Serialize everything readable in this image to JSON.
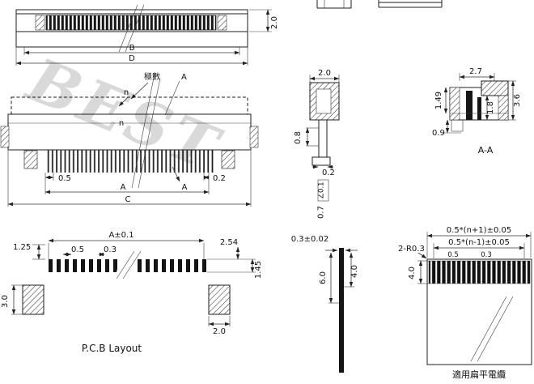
{
  "meta": {
    "watermark": "BEST",
    "line_color": "#1c1c1c",
    "watermark_color": "#d9d9d9",
    "background": "#ffffff"
  },
  "top_view": {
    "height_dim": "2.0",
    "width_b": "B",
    "width_d": "D"
  },
  "front_view": {
    "poles_label": "極數",
    "section_label_top": "A",
    "n_upper": "n",
    "n_lower": "n",
    "pitch_dim": "0.5",
    "pin_width_dim": "0.2",
    "span_dim": "A",
    "overall_dim": "C",
    "section_label_bottom": "A"
  },
  "pcb_layout": {
    "title": "P.C.B Layout",
    "span_dim": "A±0.1",
    "offset_dim": "1.25",
    "pitch_dim": "0.5",
    "pad_width_dim": "0.3",
    "row_gap_dim": "2.54",
    "pad_length_dim": "1.45",
    "anchor_height_dim": "3.0",
    "anchor_width_dim": "2.0"
  },
  "side_view": {
    "width_dim": "2.0",
    "step_dim": "0.8",
    "tail_dim": "0.2",
    "tolerance": "∠0.1",
    "foot_dim": "0.7"
  },
  "section_aa": {
    "title": "A-A",
    "width_dim": "2.7",
    "height1_dim": "1.49",
    "height2_dim": "1.8",
    "height3_dim": "3.6",
    "height4_dim": "0.9"
  },
  "cable_side": {
    "thickness_dim": "0.3±0.02",
    "length_dim": "6.0",
    "strip_dim": "4.0"
  },
  "cable_view": {
    "title": "適用扁平電纜",
    "overall_dim": "0.5*(n+1)±0.05",
    "span_dim": "0.5*(n-1)±0.05",
    "radius_dim": "2-R0.3",
    "pitch_dim": "0.5",
    "width_dim": "0.3",
    "strip_dim": "4.0"
  }
}
